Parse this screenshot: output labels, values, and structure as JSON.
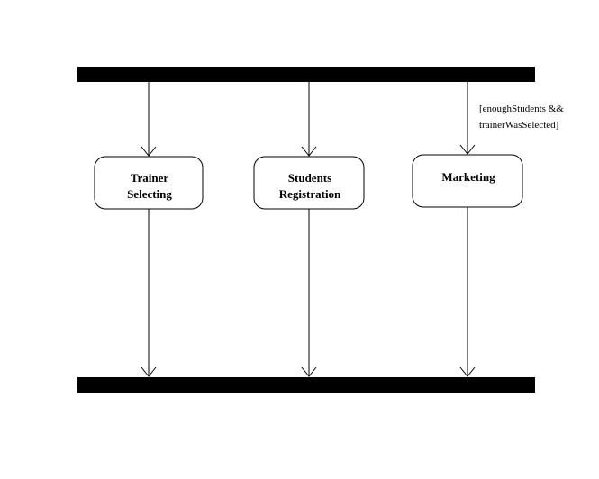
{
  "diagram": {
    "type": "uml-activity-fork-join",
    "colors": {
      "stroke": "#000000",
      "bar": "#000000",
      "node_fill": "#ffffff",
      "text": "#000000",
      "background": "#ffffff"
    },
    "nodes": [
      {
        "id": "trainer",
        "lines": [
          "Trainer",
          "Selecting"
        ]
      },
      {
        "id": "students",
        "lines": [
          "Students",
          "Registration"
        ]
      },
      {
        "id": "marketing",
        "lines": [
          "Marketing"
        ]
      }
    ],
    "guard": {
      "target": "marketing",
      "lines": [
        "[enoughStudents &&",
        "trainerWasSelected]"
      ]
    },
    "fork_bar": "fork",
    "join_bar": "join"
  }
}
